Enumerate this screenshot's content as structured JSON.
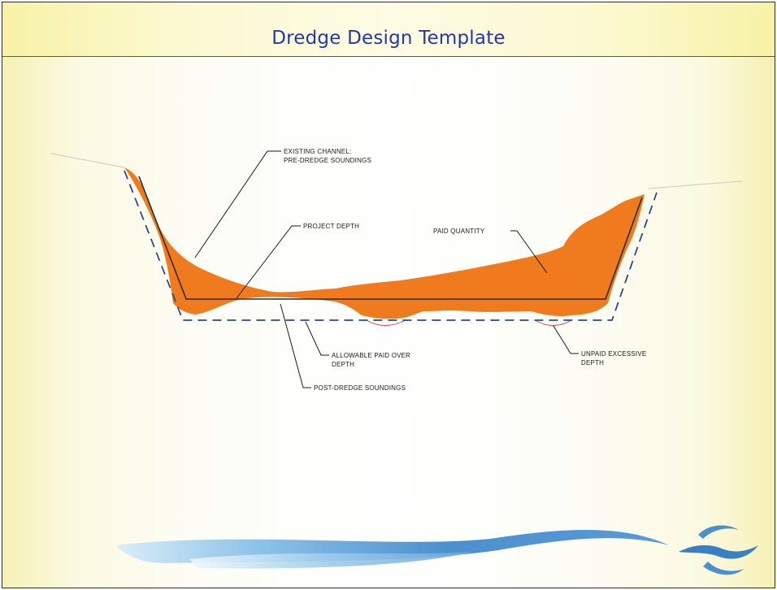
{
  "slide": {
    "title": "Dredge Design Template"
  },
  "diagram": {
    "labels": {
      "existing_channel_line1": "EXISTING CHANNEL:",
      "existing_channel_line2": "PRE-DREDGE SOUNDINGS",
      "project_depth": "PROJECT DEPTH",
      "paid_quantity": "PAID QUANTITY",
      "allowable_line1": "ALLOWABLE PAID OVER",
      "allowable_line2": "DEPTH",
      "post_dredge": "POST-DREDGE SOUNDINGS",
      "unpaid_line1": "UNPAID EXCESSIVE",
      "unpaid_line2": "DEPTH"
    },
    "colors": {
      "dredged_material": "#f07a1e",
      "template_line": "#2b2b2b",
      "overdepth_line": "#2a4a8c",
      "unpaid_arc": "#d63a3a",
      "title_text": "#2438a8"
    }
  },
  "footer": {
    "logo_icon": "port-wave-logo-icon",
    "swoosh": "blue-wave-swoosh"
  }
}
